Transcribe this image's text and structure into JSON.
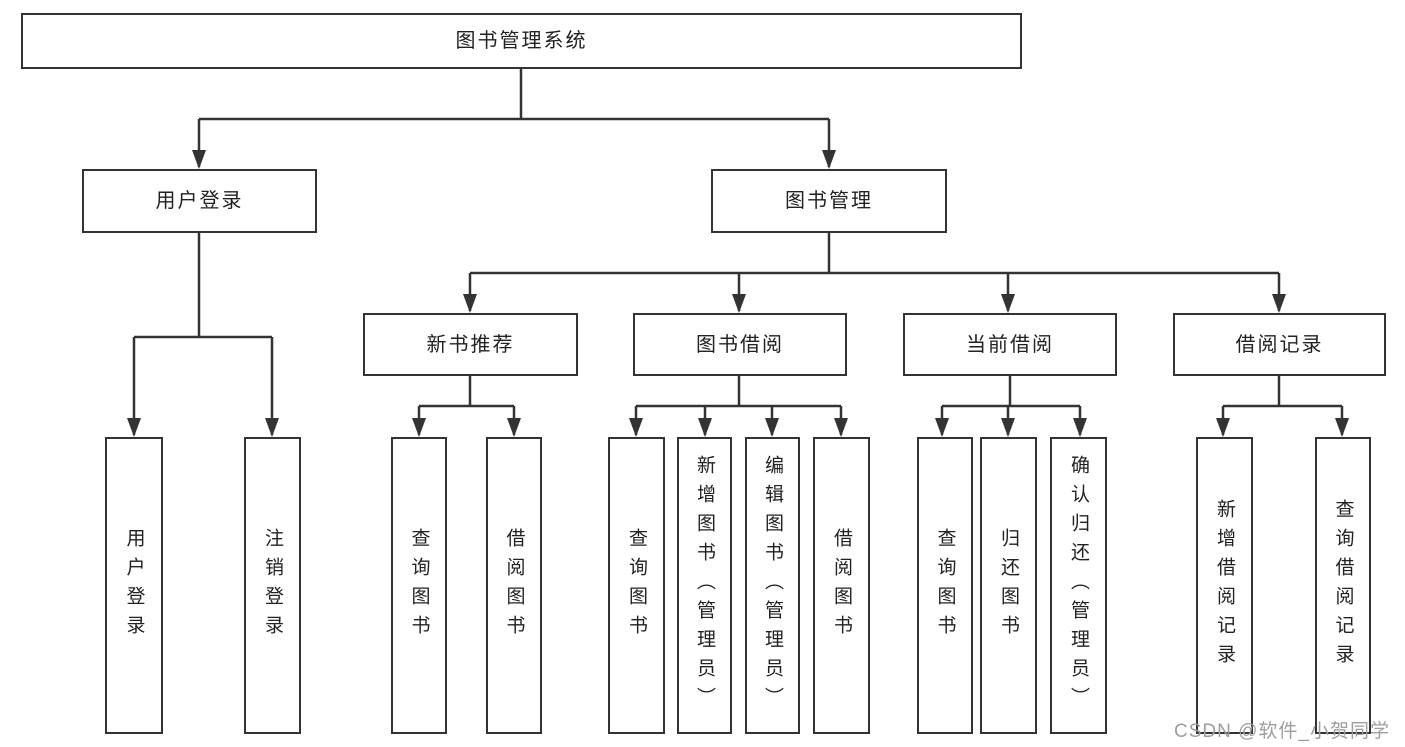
{
  "diagram": {
    "title_node": "图书管理系统",
    "level2": {
      "user_login": "用户登录",
      "book_mgmt": "图书管理"
    },
    "level3": {
      "new_book_rec": "新书推荐",
      "book_borrow": "图书借阅",
      "current_borrow": "当前借阅",
      "borrow_records": "借阅记录"
    },
    "leaves": [
      "用户登录",
      "注销登录",
      "查询图书",
      "借阅图书",
      "查询图书",
      "新增图书（管理员）",
      "编辑图书（管理员）",
      "借阅图书",
      "查询图书",
      "归还图书",
      "确认归还（管理员）",
      "新增借阅记录",
      "查询借阅记录"
    ],
    "colors": {
      "line": "#333333",
      "box_border": "#333333",
      "text": "#222222",
      "watermark": "#9e9e9e",
      "background": "#ffffff"
    },
    "watermark": "CSDN @软件_小贺同学"
  }
}
